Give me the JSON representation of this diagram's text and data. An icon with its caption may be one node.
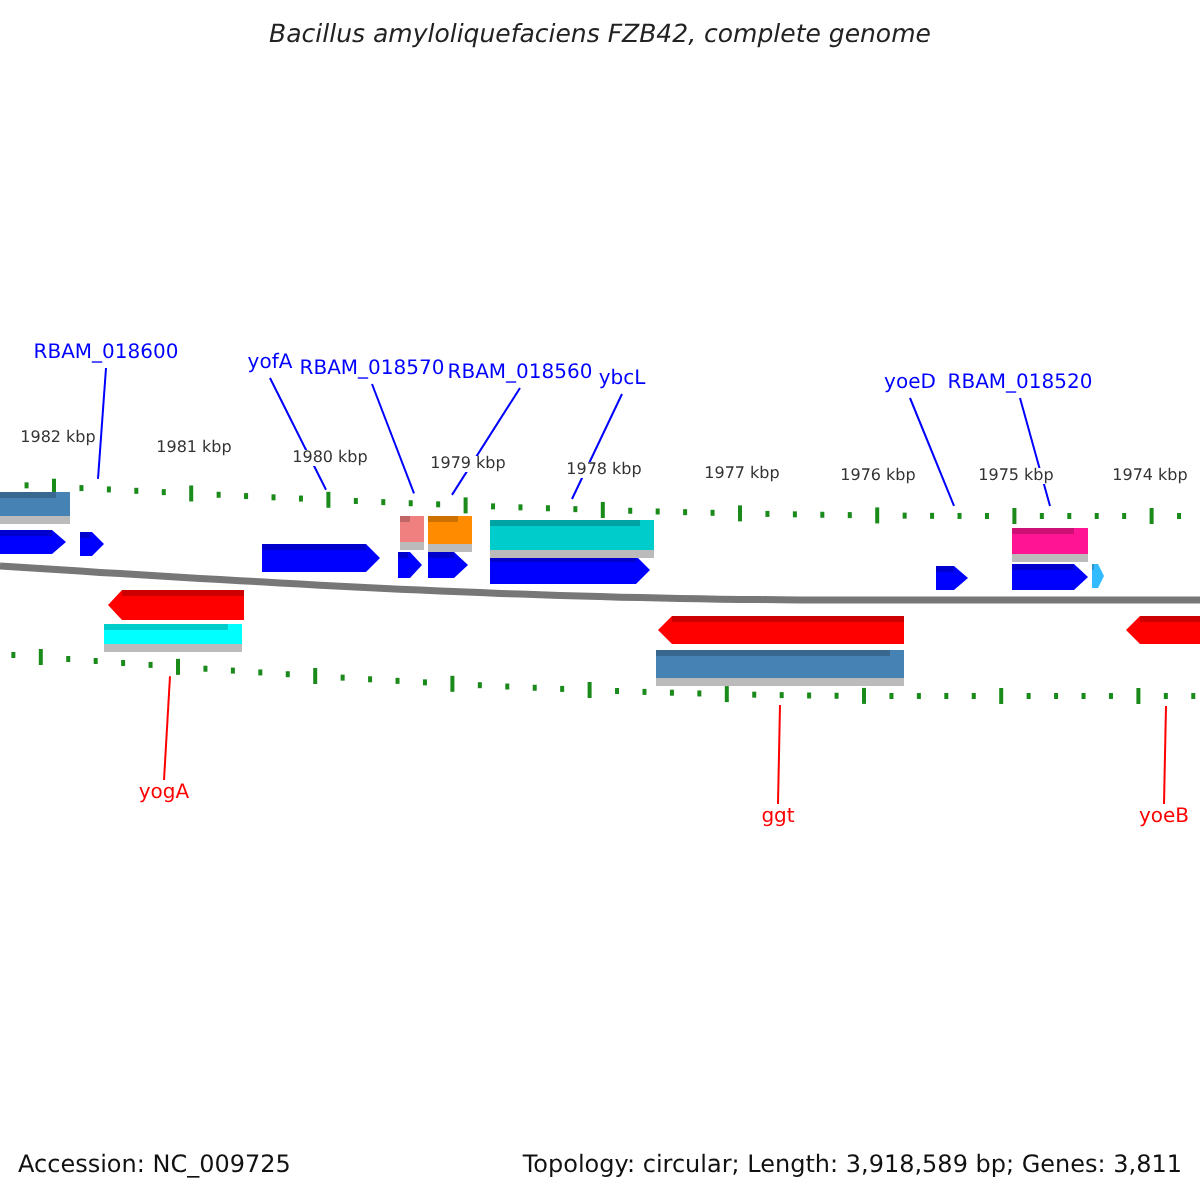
{
  "diagram": {
    "title": "Bacillus amyloliquefaciens FZB42, complete genome",
    "nodes": [
      {
        "text": [
          "RBAM_018600"
        ]
      },
      {
        "text": [
          "yofA"
        ]
      },
      {
        "text": [
          "RBAM_018570"
        ]
      },
      {
        "text": [
          "RBAM_018560"
        ]
      },
      {
        "text": [
          "ybcL"
        ]
      },
      {
        "text": [
          "yoeD"
        ]
      },
      {
        "text": [
          "RBAM_018520"
        ]
      },
      {
        "text": [
          "yogA"
        ]
      },
      {
        "text": [
          "ggt"
        ]
      },
      {
        "text": [
          "yoeB"
        ]
      },
      {
        "text": [],
        "shape": "scale"
      },
      {
        "text": [],
        "shape": "scale"
      }
    ],
    "edges": [
      {
        "from": 0,
        "to": 10,
        "arrow": "none"
      },
      {
        "from": 1,
        "to": 10,
        "arrow": "none"
      },
      {
        "from": 2,
        "to": 10,
        "arrow": "none"
      },
      {
        "from": 3,
        "to": 10,
        "arrow": "none"
      },
      {
        "from": 4,
        "to": 10,
        "arrow": "none"
      },
      {
        "from": 5,
        "to": 10,
        "arrow": "none"
      },
      {
        "from": 6,
        "to": 10,
        "arrow": "none"
      },
      {
        "from": 7,
        "to": 11,
        "arrow": "none",
        "color": "#ff0000"
      },
      {
        "from": 8,
        "to": 11,
        "arrow": "none",
        "color": "#ff0000"
      },
      {
        "from": 9,
        "to": 11,
        "arrow": "none",
        "color": "#ff0000"
      }
    ],
    "labels": [
      "1982 kbp",
      "1981 kbp",
      "1980 kbp",
      "1979 kbp",
      "1978 kbp",
      "1977 kbp",
      "1976 kbp",
      "1975 kbp",
      "1974 kbp",
      "Accession: NC_009725",
      "Topology: circular; Length: 3,918,589 bp; Genes: 3,811"
    ]
  }
}
